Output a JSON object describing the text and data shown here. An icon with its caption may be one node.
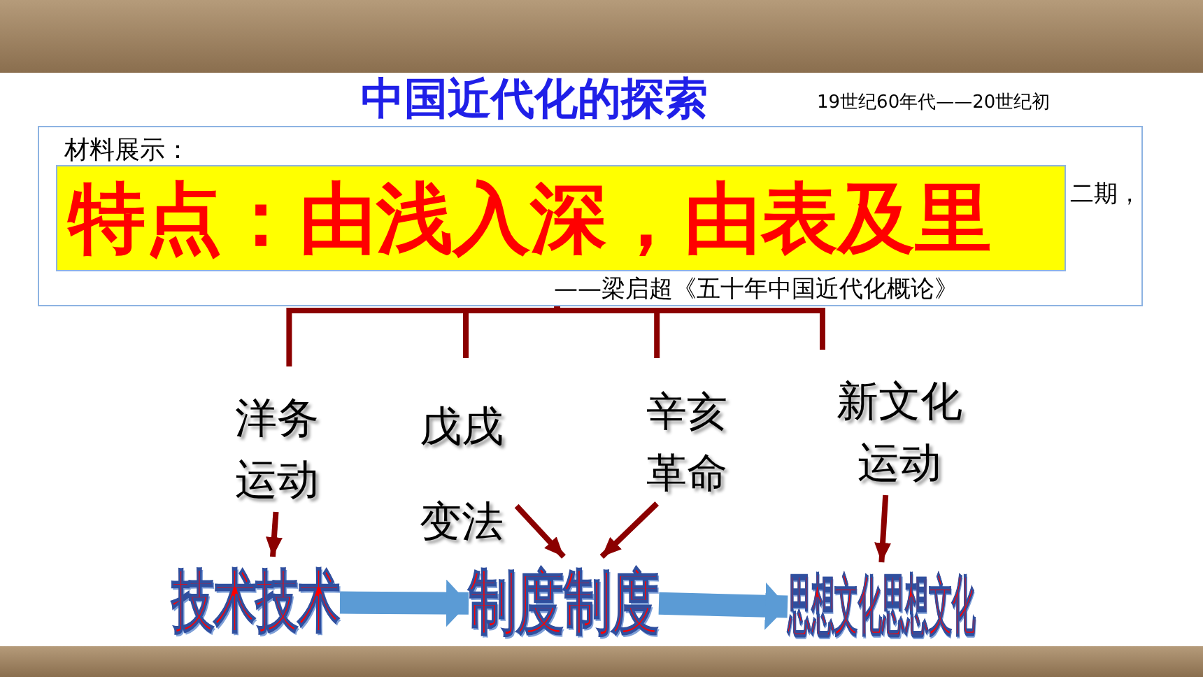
{
  "diagram": {
    "title": "中国近代化的探索",
    "nodes": [
      {
        "text": [
          "材料展示：",
          "二期，",
          "——梁启超《五十年中国近代化概论》"
        ]
      },
      {
        "text": [
          "特点：由浅入深，由表及里"
        ],
        "in": 0
      },
      {
        "text": [
          "洋务运动"
        ]
      },
      {
        "text": [
          "戊戌变法"
        ]
      },
      {
        "text": [
          "辛亥革命"
        ]
      },
      {
        "text": [
          "新文化运动"
        ]
      },
      {
        "text": [
          "技术技术"
        ]
      },
      {
        "text": [
          "制度制度"
        ]
      },
      {
        "text": [
          "思想文化思想文化"
        ]
      }
    ],
    "edges": [
      {
        "from": 0,
        "to": 2,
        "arrow": "none"
      },
      {
        "from": 0,
        "to": 3,
        "arrow": "none"
      },
      {
        "from": 0,
        "to": 4,
        "arrow": "none"
      },
      {
        "from": 0,
        "to": 5,
        "arrow": "none"
      },
      {
        "from": 2,
        "to": 6,
        "arrow": "to"
      },
      {
        "from": 3,
        "to": 7,
        "arrow": "to"
      },
      {
        "from": 4,
        "to": 7,
        "arrow": "to"
      },
      {
        "from": 5,
        "to": 8,
        "arrow": "to"
      },
      {
        "from": 6,
        "to": 7,
        "arrow": "to",
        "style": "thick",
        "color": "#5b9bd5"
      },
      {
        "from": 7,
        "to": 8,
        "arrow": "to",
        "style": "thick",
        "color": "#5b9bd5"
      }
    ],
    "labels": [
      "19世纪60年代——20世纪初"
    ]
  }
}
